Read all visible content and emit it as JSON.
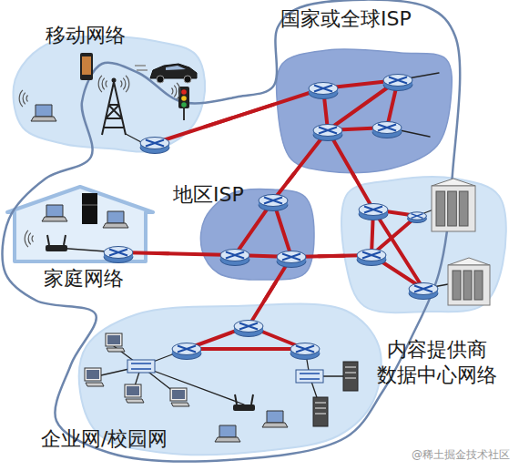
{
  "diagram": {
    "nodes": [
      {
        "text": [
          "移动网络"
        ]
      },
      {
        "text": [
          "国家或全球ISP"
        ]
      },
      {
        "text": [
          "地区ISP"
        ]
      },
      {
        "text": [
          "家庭网络"
        ]
      },
      {
        "text": [
          "内容提供商 数据中心网络"
        ]
      },
      {
        "text": [
          "企业网/校园网"
        ]
      }
    ],
    "edges": [
      {
        "from": 0,
        "to": 1,
        "arrow": "none"
      },
      {
        "from": 3,
        "to": 2,
        "arrow": "none"
      },
      {
        "from": 2,
        "to": 1,
        "arrow": "none"
      },
      {
        "from": 2,
        "to": 4,
        "arrow": "none"
      },
      {
        "from": 1,
        "to": 4,
        "arrow": "none"
      },
      {
        "from": 2,
        "to": 5,
        "arrow": "none"
      }
    ],
    "labels": [
      "@稀土掘金技术社区"
    ]
  }
}
